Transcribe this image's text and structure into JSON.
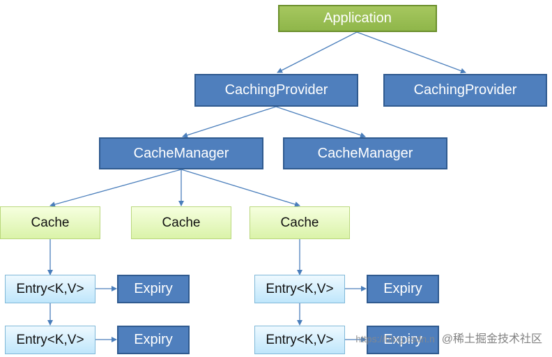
{
  "diagram": {
    "application": "Application",
    "providers": [
      "CachingProvider",
      "CachingProvider"
    ],
    "managers": [
      "CacheManager",
      "CacheManager"
    ],
    "caches": [
      "Cache",
      "Cache",
      "Cache"
    ],
    "entries": [
      "Entry<K,V>",
      "Entry<K,V>",
      "Entry<K,V>",
      "Entry<K,V>"
    ],
    "expiries": [
      "Expiry",
      "Expiry",
      "Expiry",
      "Expiry"
    ]
  },
  "watermark": {
    "url": "https://blog.csdn.n",
    "brand": "@稀土掘金技术社区"
  },
  "colors": {
    "application_fill": "#9bbb59",
    "blue_fill": "#4f7fbd",
    "cache_fill": "#e4f6bf",
    "entry_fill": "#cdeefd",
    "edge": "#4a7ebb"
  }
}
